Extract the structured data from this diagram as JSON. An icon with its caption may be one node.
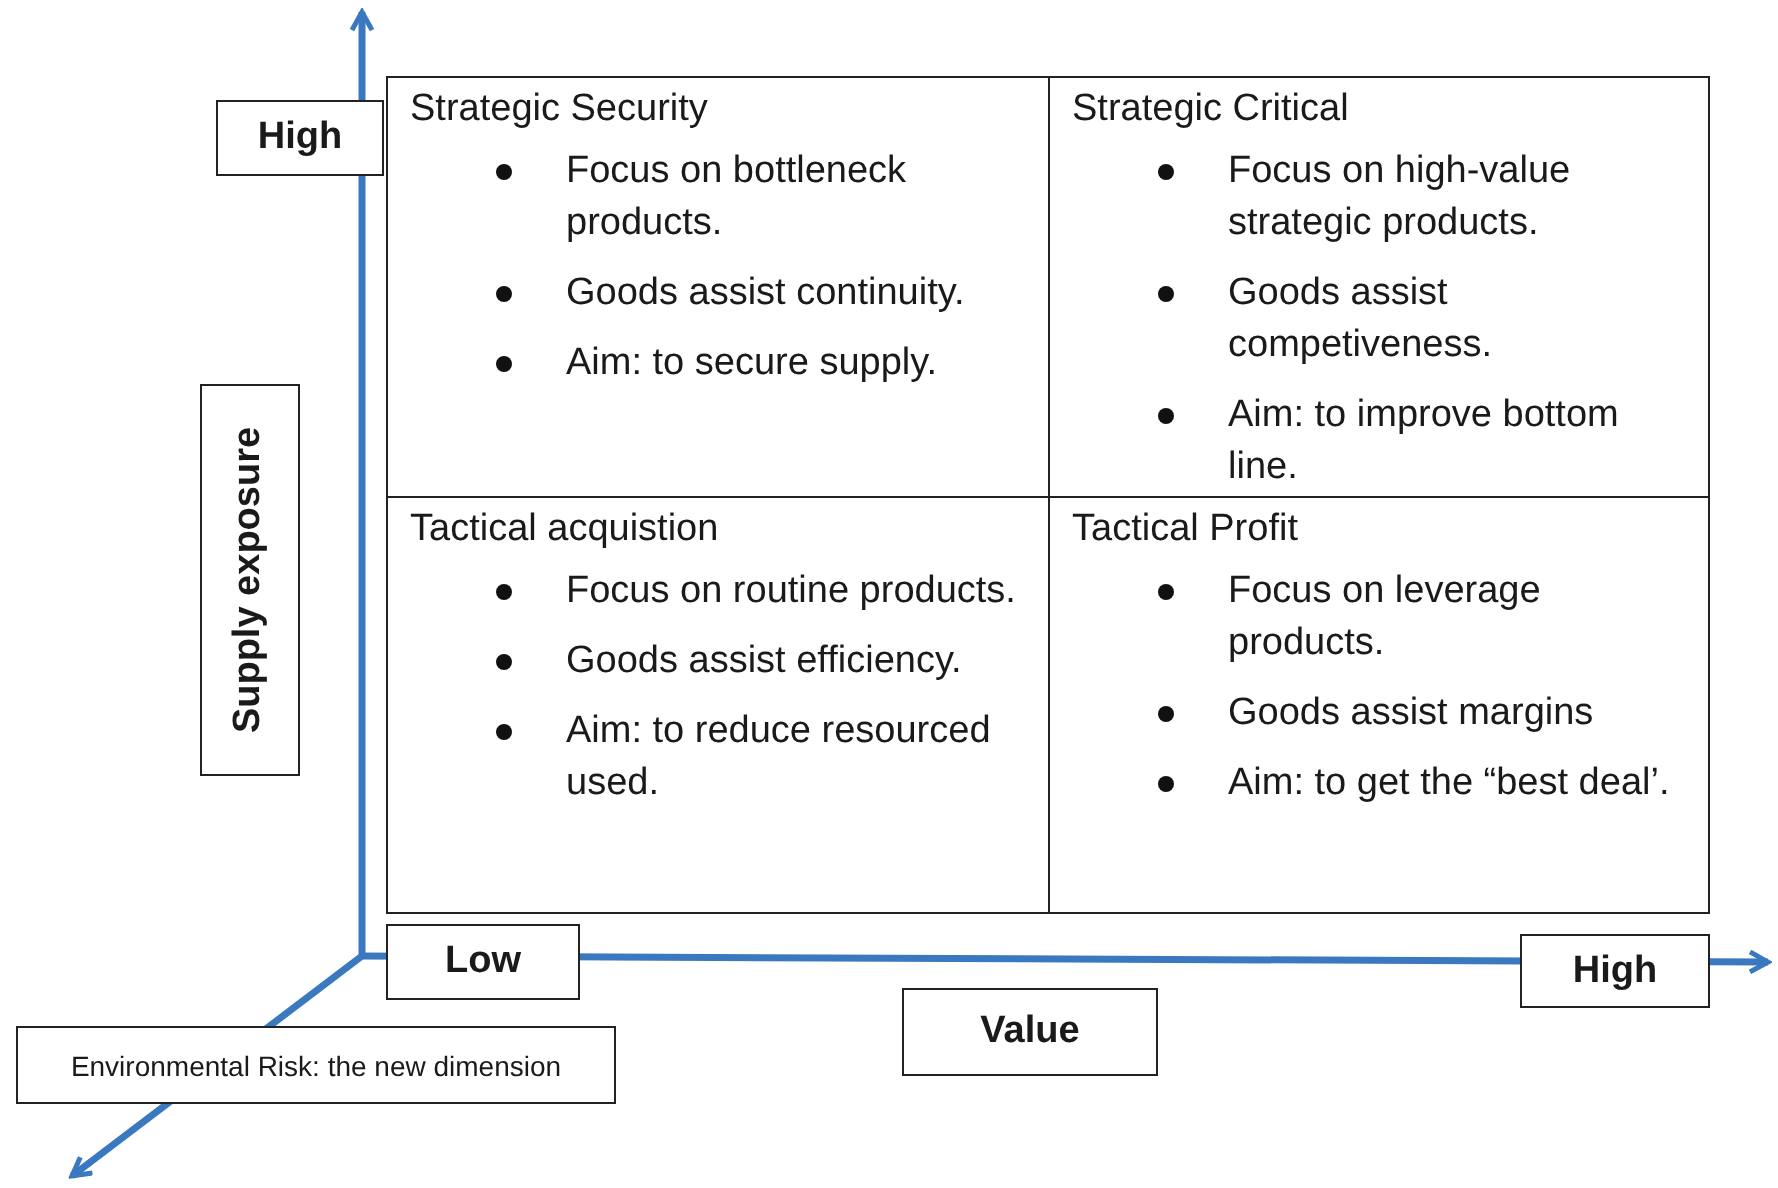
{
  "diagram": {
    "nodes": [
      {
        "text": [
          "Strategic Security",
          "Focus on bottleneck products.",
          "Goods assist continuity.",
          "Aim: to secure supply."
        ]
      },
      {
        "text": [
          "Strategic Critical",
          "Focus on high-value strategic products.",
          "Goods assist competiveness.",
          "Aim: to improve bottom line."
        ]
      },
      {
        "text": [
          "Tactical acquistion",
          "Focus on routine products.",
          "Goods assist efficiency.",
          "Aim: to reduce resourced used."
        ]
      },
      {
        "text": [
          "Tactical Profit",
          "Focus on leverage products.",
          "Goods assist margins",
          "Aim: to get the “best deal’."
        ]
      },
      {
        "text": [
          "High"
        ]
      },
      {
        "text": [
          "Supply exposure"
        ]
      },
      {
        "text": [
          "Low"
        ]
      },
      {
        "text": [
          "High"
        ]
      },
      {
        "text": [
          "Value"
        ]
      },
      {
        "text": [
          "Environmental Risk: the new dimension"
        ]
      }
    ]
  }
}
